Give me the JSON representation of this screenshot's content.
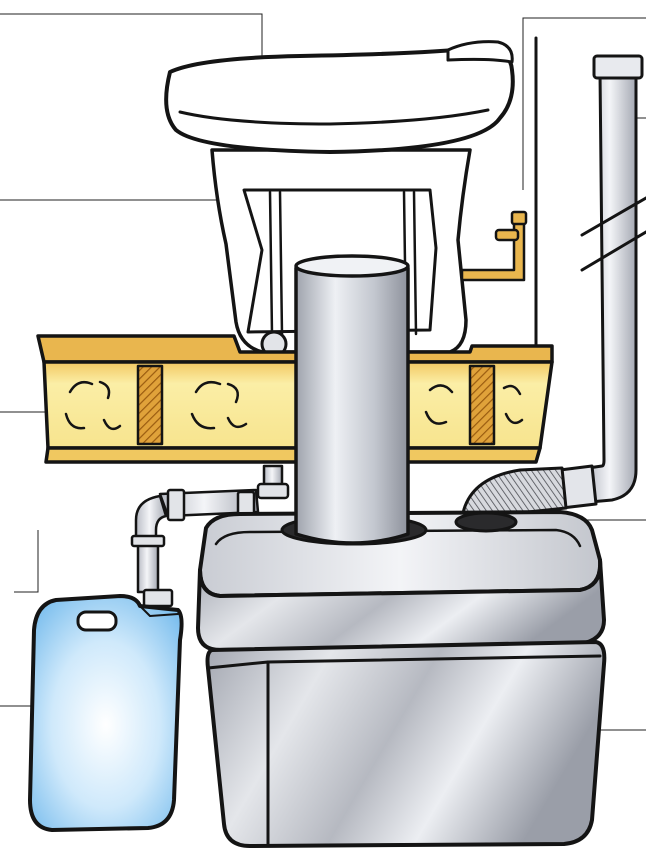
{
  "diagram": {
    "kind": "composting-toilet-cutaway",
    "labels_printed": false,
    "colors": {
      "outline": "#141414",
      "porcelain": "#ffffff",
      "floor_joist": "#f6e08a",
      "joist_shadow": "#e1a73c",
      "joist_hatch": "#c8831c",
      "pipe_grey": "#c9ccd6",
      "tank_grey": "#cfd2d8",
      "water_tap": "#e6b44a",
      "jerrycan_blue": "#a9d7f5",
      "hose": "#8a8c92"
    },
    "parts": [
      "toilet-bowl-lid",
      "toilet-pedestal",
      "central-drop-tube",
      "floor-joist",
      "insulation-swirls",
      "water-tap",
      "vent-pipe",
      "flexible-vent-hose",
      "holding-tank",
      "drain-pipe",
      "jerrycan"
    ]
  }
}
